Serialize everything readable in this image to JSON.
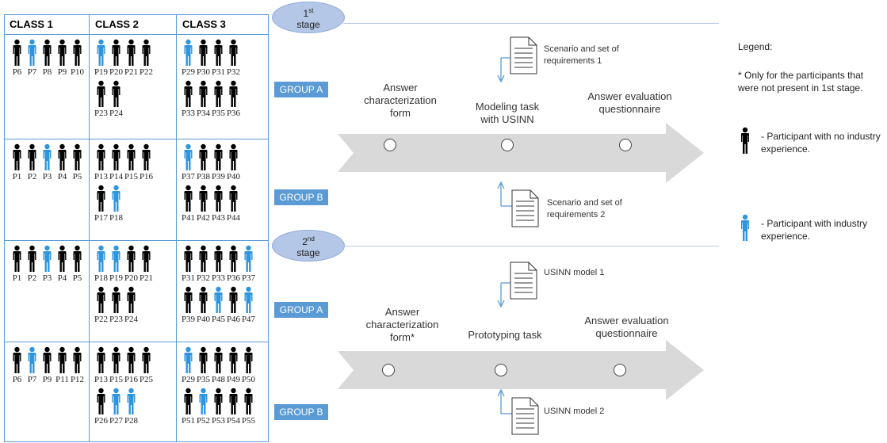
{
  "classes": [
    "CLASS 1",
    "CLASS 2",
    "CLASS 3"
  ],
  "stage1": {
    "num": "1",
    "sup": "st",
    "word": "stage"
  },
  "stage2": {
    "num": "2",
    "sup": "nd",
    "word": "stage"
  },
  "groups": {
    "a1": "GROUP A",
    "b1": "GROUP B",
    "a2": "GROUP A",
    "b2": "GROUP B"
  },
  "colors": {
    "no_experience": "#000000",
    "experience": "#2e95e0",
    "accent": "#5b9bd5"
  },
  "cells": [
    {
      "rows": [
        {
          "icons": [
            "n",
            "e",
            "n",
            "n",
            "n"
          ],
          "labels": [
            "P6",
            "P7",
            "P8",
            "P9",
            "P10"
          ]
        }
      ]
    },
    {
      "rows": [
        {
          "icons": [
            "e",
            "n",
            "n",
            "n"
          ],
          "labels": [
            "P19",
            "P20",
            "P21",
            "P22"
          ]
        },
        {
          "icons": [
            "n",
            "n"
          ],
          "labels": [
            "P23",
            "P24"
          ]
        }
      ]
    },
    {
      "rows": [
        {
          "icons": [
            "e",
            "n",
            "n",
            "n"
          ],
          "labels": [
            "P29",
            "P30",
            "P31",
            "P32"
          ]
        },
        {
          "icons": [
            "n",
            "n",
            "n",
            "n"
          ],
          "labels": [
            "P33",
            "P34",
            "P35",
            "P36"
          ]
        }
      ]
    },
    {
      "rows": [
        {
          "icons": [
            "n",
            "n",
            "e",
            "n",
            "n"
          ],
          "labels": [
            "P1",
            "P2",
            "P3",
            "P4",
            "P5"
          ]
        }
      ]
    },
    {
      "rows": [
        {
          "icons": [
            "n",
            "n",
            "n",
            "n"
          ],
          "labels": [
            "P13",
            "P14",
            "P15",
            "P16"
          ]
        },
        {
          "icons": [
            "n",
            "e"
          ],
          "labels": [
            "P17",
            "P18"
          ]
        }
      ]
    },
    {
      "rows": [
        {
          "icons": [
            "e",
            "n",
            "n",
            "n"
          ],
          "labels": [
            "P37",
            "P38",
            "P39",
            "P40"
          ]
        },
        {
          "icons": [
            "n",
            "n",
            "n",
            "n"
          ],
          "labels": [
            "P41",
            "P42",
            "P43",
            "P44"
          ]
        }
      ]
    },
    {
      "rows": [
        {
          "icons": [
            "n",
            "n",
            "e",
            "n",
            "n"
          ],
          "labels": [
            "P1",
            "P2",
            "P3",
            "P4",
            "P5"
          ]
        }
      ]
    },
    {
      "rows": [
        {
          "icons": [
            "e",
            "e",
            "n",
            "n"
          ],
          "labels": [
            "P18",
            "P19",
            "P20",
            "P21"
          ]
        },
        {
          "icons": [
            "n",
            "n",
            "n"
          ],
          "labels": [
            "P22",
            "P23",
            "P24"
          ]
        }
      ]
    },
    {
      "rows": [
        {
          "icons": [
            "n",
            "n",
            "n",
            "n",
            "e"
          ],
          "labels": [
            "P31",
            "P32",
            "P33",
            "P36",
            "P37"
          ]
        },
        {
          "icons": [
            "n",
            "n",
            "e",
            "n",
            "e"
          ],
          "labels": [
            "P39",
            "P40",
            "P45",
            "P46",
            "P47"
          ]
        }
      ]
    },
    {
      "rows": [
        {
          "icons": [
            "n",
            "e",
            "n",
            "n",
            "n"
          ],
          "labels": [
            "P6",
            "P7",
            "P9",
            "P11",
            "P12"
          ]
        }
      ]
    },
    {
      "rows": [
        {
          "icons": [
            "n",
            "n",
            "n",
            "n"
          ],
          "labels": [
            "P13",
            "P15",
            "P16",
            "P25"
          ]
        },
        {
          "icons": [
            "n",
            "e",
            "e"
          ],
          "labels": [
            "P26",
            "P27",
            "P28"
          ]
        }
      ]
    },
    {
      "rows": [
        {
          "icons": [
            "e",
            "n",
            "n",
            "n",
            "n"
          ],
          "labels": [
            "P29",
            "P35",
            "P48",
            "P49",
            "P50"
          ]
        },
        {
          "icons": [
            "n",
            "e",
            "n",
            "n",
            "n"
          ],
          "labels": [
            "P51",
            "P52",
            "P53",
            "P54",
            "P55"
          ]
        }
      ]
    }
  ],
  "flow1": {
    "step1": "Answer characterization form",
    "step2": "Modeling task with USINN",
    "step3": "Answer evaluation questionnaire",
    "doc_top": "Scenario and set of requirements 1",
    "doc_bottom": "Scenario and set of requirements 2"
  },
  "flow2": {
    "step1": "Answer characterization form*",
    "step2": "Prototyping task",
    "step3": "Answer evaluation questionnaire",
    "doc_top": "USINN model 1",
    "doc_bottom": "USINN model 2"
  },
  "legend": {
    "title": "Legend:",
    "note": "* Only for the participants that were not present in 1st stage.",
    "no_exp": "- Participant with no industry experience.",
    "exp": "- Participant with industry experience."
  }
}
